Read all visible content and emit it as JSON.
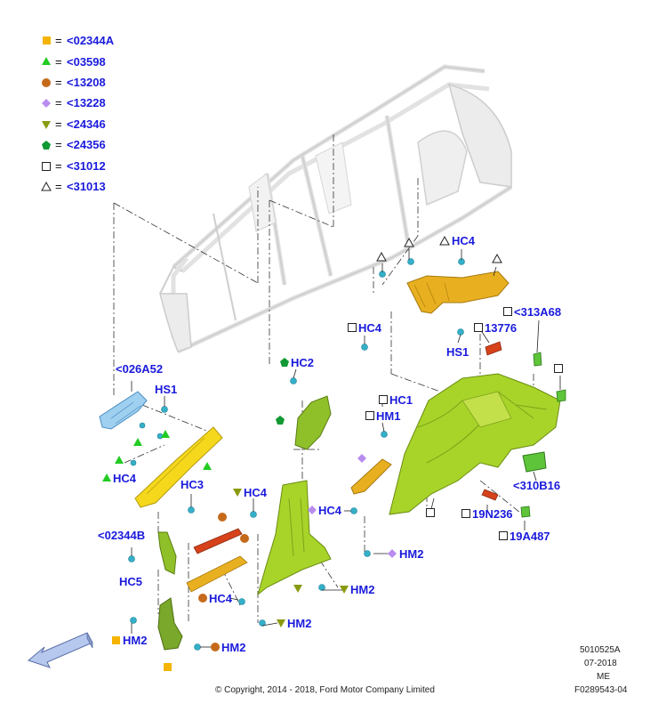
{
  "legend": [
    {
      "symbol": "square",
      "color": "#f5b400",
      "text": "<02344A"
    },
    {
      "symbol": "triangle",
      "color": "#22cc22",
      "text": "<03598"
    },
    {
      "symbol": "circle",
      "color": "#c56a1a",
      "text": "<13208"
    },
    {
      "symbol": "diamond",
      "color": "#b98cf0",
      "text": "<13228"
    },
    {
      "symbol": "triangle-down",
      "color": "#8a9a10",
      "text": "<24346"
    },
    {
      "symbol": "pentagon",
      "color": "#119933",
      "text": "<24356"
    },
    {
      "symbol": "square-outline",
      "color": "#222222",
      "text": "<31012"
    },
    {
      "symbol": "triangle-outline",
      "color": "#222222",
      "text": "<31013"
    }
  ],
  "legend_equals": "=",
  "callouts": {
    "hc4_top": "HC4",
    "c313a68": "<313A68",
    "hc4_right": "HC4",
    "c13776": "13776",
    "hs1_right": "HS1",
    "c026a52": "<026A52",
    "hs1_left": "HS1",
    "hc2": "HC2",
    "hc1": "HC1",
    "hm1": "HM1",
    "hc4_left": "HC4",
    "hc3": "HC3",
    "hc4_mid": "HC4",
    "hc4_diamond": "HC4",
    "c310b16": "<310B16",
    "c19n236": "19N236",
    "c19a487": "19A487",
    "c02344b": "<02344B",
    "hm2_diamond": "HM2",
    "hc5": "HC5",
    "hm2_mid": "HM2",
    "hc4_low": "HC4",
    "hm2_low": "HM2",
    "hm2_left": "HM2",
    "hm2_bottom": "HM2"
  },
  "meta": {
    "code": "5010525A",
    "date": "07-2018",
    "region": "ME",
    "figure": "F0289543-04"
  },
  "copyright": "© Copyright, 2014 - 2018, Ford Motor Company Limited",
  "colors": {
    "label_blue": "#1a1adc",
    "trim_yellow_green": "#a8d42a",
    "trim_gold": "#e8b020",
    "trim_yellow": "#f5d81c",
    "clip_cyan": "#35b0c8",
    "red_part": "#d6421a"
  }
}
